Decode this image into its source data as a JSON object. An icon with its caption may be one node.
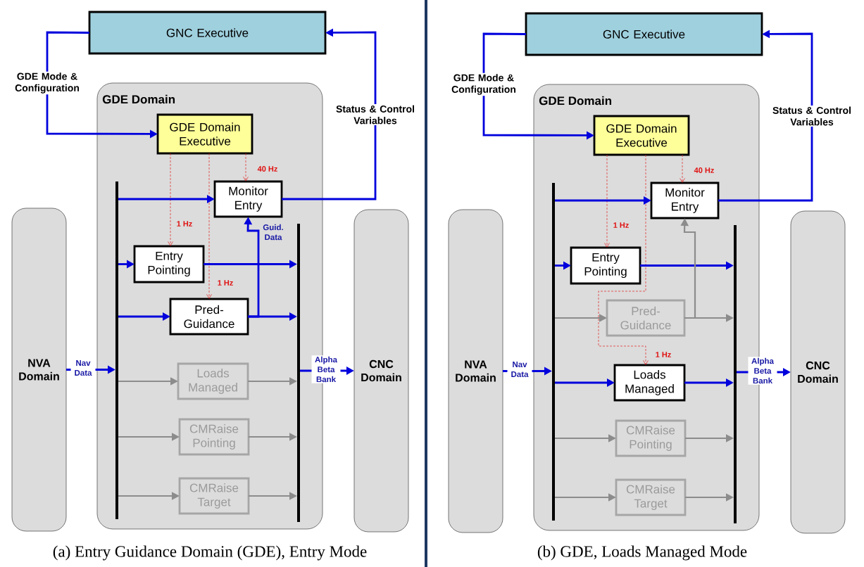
{
  "diagram": {
    "nodes": [
      {
        "text": [
          "GNC Executive"
        ]
      },
      {
        "text": [
          "GDE Domain"
        ]
      },
      {
        "text": [
          "GDE Domain Executive"
        ],
        "in": 1
      },
      {
        "text": [
          "Monitor Entry"
        ],
        "in": 1
      },
      {
        "text": [
          "Entry Pointing"
        ],
        "in": 1
      },
      {
        "text": [
          "Pred-Guidance"
        ],
        "in": 1
      },
      {
        "text": [
          "Loads Managed"
        ],
        "in": 1
      },
      {
        "text": [
          "CMRaise Pointing"
        ],
        "in": 1
      },
      {
        "text": [
          "CMRaise Target"
        ],
        "in": 1
      },
      {
        "text": [],
        "shape": "bar",
        "in": 1
      },
      {
        "text": [],
        "shape": "bar",
        "in": 1
      },
      {
        "text": [
          "NVA Domain"
        ]
      },
      {
        "text": [
          "CNC Domain"
        ]
      },
      {
        "text": [
          "GNC Executive"
        ]
      },
      {
        "text": [
          "GDE Domain"
        ]
      },
      {
        "text": [
          "GDE Domain Executive"
        ],
        "in": 14
      },
      {
        "text": [
          "Monitor Entry"
        ],
        "in": 14
      },
      {
        "text": [
          "Entry Pointing"
        ],
        "in": 14
      },
      {
        "text": [
          "Pred-Guidance"
        ],
        "in": 14
      },
      {
        "text": [
          "Loads Managed"
        ],
        "in": 14
      },
      {
        "text": [
          "CMRaise Pointing"
        ],
        "in": 14
      },
      {
        "text": [
          "CMRaise Target"
        ],
        "in": 14
      },
      {
        "text": [],
        "shape": "bar",
        "in": 14
      },
      {
        "text": [],
        "shape": "bar",
        "in": 14
      },
      {
        "text": [
          "NVA Domain"
        ]
      },
      {
        "text": [
          "CNC Domain"
        ]
      }
    ],
    "edges": [
      {
        "from": 0,
        "to": 2,
        "arrow": "to",
        "label": "GDE Mode & Configuration"
      },
      {
        "from": 3,
        "to": 0,
        "arrow": "to",
        "label": "Status & Control Variables"
      },
      {
        "from": 2,
        "to": 3,
        "arrow": "to",
        "label": "40 Hz",
        "style": "dashed",
        "color": "#e02020"
      },
      {
        "from": 2,
        "to": 4,
        "arrow": "to",
        "label": "1 Hz",
        "style": "dashed",
        "color": "#e02020"
      },
      {
        "from": 2,
        "to": 5,
        "arrow": "to",
        "label": "1 Hz",
        "style": "dashed",
        "color": "#e02020"
      },
      {
        "from": 9,
        "to": 3,
        "arrow": "to"
      },
      {
        "from": 9,
        "to": 4,
        "arrow": "to"
      },
      {
        "from": 9,
        "to": 5,
        "arrow": "to"
      },
      {
        "from": 9,
        "to": 6,
        "arrow": "to",
        "color": "#8c8c8c"
      },
      {
        "from": 9,
        "to": 7,
        "arrow": "to",
        "color": "#8c8c8c"
      },
      {
        "from": 9,
        "to": 8,
        "arrow": "to",
        "color": "#8c8c8c"
      },
      {
        "from": 4,
        "to": 10,
        "arrow": "to"
      },
      {
        "from": 5,
        "to": 10,
        "arrow": "to"
      },
      {
        "from": 6,
        "to": 10,
        "arrow": "to",
        "color": "#8c8c8c"
      },
      {
        "from": 7,
        "to": 10,
        "arrow": "to",
        "color": "#8c8c8c"
      },
      {
        "from": 8,
        "to": 10,
        "arrow": "to",
        "color": "#8c8c8c"
      },
      {
        "from": 5,
        "to": 3,
        "arrow": "to",
        "label": "Guid. Data"
      },
      {
        "from": 11,
        "to": 9,
        "arrow": "to",
        "label": "Nav Data"
      },
      {
        "from": 10,
        "to": 12,
        "arrow": "to",
        "label": "Alpha Beta Bank"
      },
      {
        "from": 13,
        "to": 15,
        "arrow": "to",
        "label": "GDE Mode & Configuration"
      },
      {
        "from": 16,
        "to": 13,
        "arrow": "to",
        "label": "Status & Control Variables"
      },
      {
        "from": 15,
        "to": 16,
        "arrow": "to",
        "label": "40 Hz",
        "style": "dashed",
        "color": "#e02020"
      },
      {
        "from": 15,
        "to": 17,
        "arrow": "to",
        "label": "1 Hz",
        "style": "dashed",
        "color": "#e02020"
      },
      {
        "from": 15,
        "to": 19,
        "arrow": "to",
        "label": "1 Hz",
        "style": "dashed",
        "color": "#e02020"
      },
      {
        "from": 22,
        "to": 16,
        "arrow": "to"
      },
      {
        "from": 22,
        "to": 17,
        "arrow": "to"
      },
      {
        "from": 22,
        "to": 18,
        "arrow": "to",
        "color": "#8c8c8c"
      },
      {
        "from": 22,
        "to": 19,
        "arrow": "to"
      },
      {
        "from": 22,
        "to": 20,
        "arrow": "to",
        "color": "#8c8c8c"
      },
      {
        "from": 22,
        "to": 21,
        "arrow": "to",
        "color": "#8c8c8c"
      },
      {
        "from": 17,
        "to": 23,
        "arrow": "to"
      },
      {
        "from": 18,
        "to": 23,
        "arrow": "to",
        "color": "#8c8c8c"
      },
      {
        "from": 19,
        "to": 23,
        "arrow": "to"
      },
      {
        "from": 20,
        "to": 23,
        "arrow": "to",
        "color": "#8c8c8c"
      },
      {
        "from": 21,
        "to": 23,
        "arrow": "to",
        "color": "#8c8c8c"
      },
      {
        "from": 18,
        "to": 16,
        "arrow": "to",
        "color": "#8c8c8c"
      },
      {
        "from": 24,
        "to": 22,
        "arrow": "to",
        "label": "Nav Data"
      },
      {
        "from": 23,
        "to": 25,
        "arrow": "to",
        "label": "Alpha Beta Bank"
      }
    ],
    "labels": [
      "(a) Entry Guidance Domain (GDE), Entry Mode",
      "(b) GDE, Loads Managed Mode"
    ]
  }
}
